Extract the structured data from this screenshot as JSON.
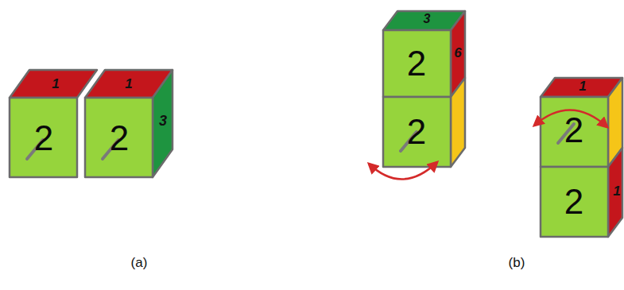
{
  "diagram": {
    "labels": [
      "1",
      "1",
      "2",
      "2",
      "3",
      "3",
      "6",
      "2",
      "2",
      "1",
      "2",
      "2",
      "1",
      "(a)",
      "(b)"
    ]
  }
}
